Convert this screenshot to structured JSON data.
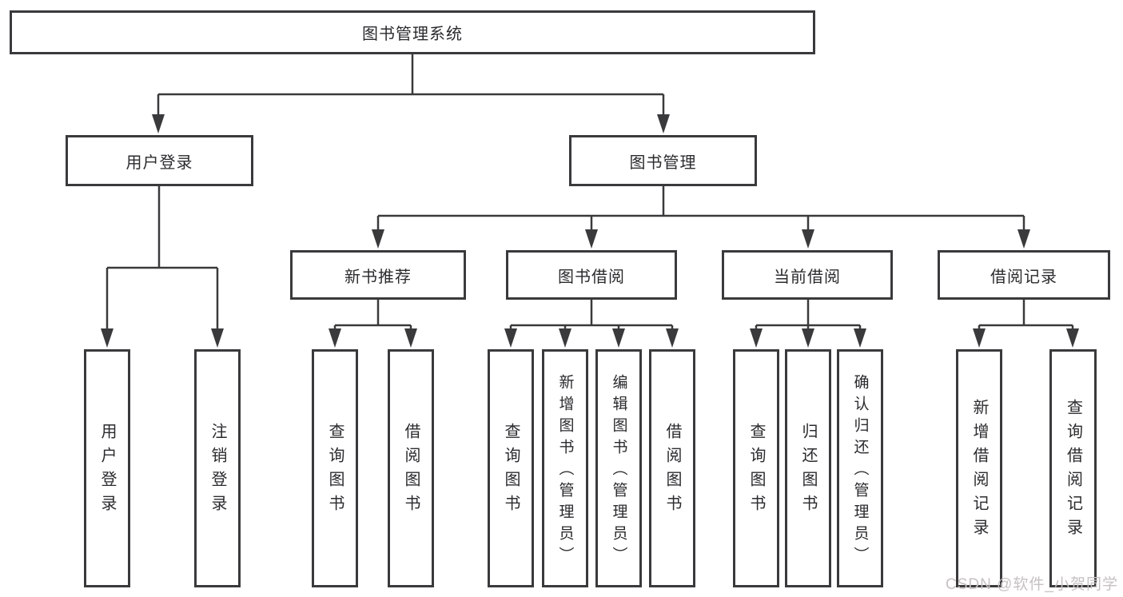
{
  "tree": {
    "root": {
      "label": "图书管理系统"
    },
    "branches": [
      {
        "label": "用户登录",
        "children": [
          {
            "label": "用户登录"
          },
          {
            "label": "注销登录"
          }
        ]
      },
      {
        "label": "图书管理",
        "children": [
          {
            "label": "新书推荐",
            "children": [
              {
                "label": "查询图书"
              },
              {
                "label": "借阅图书"
              }
            ]
          },
          {
            "label": "图书借阅",
            "children": [
              {
                "label": "查询图书"
              },
              {
                "label": "新增图书（管理员）"
              },
              {
                "label": "编辑图书（管理员）"
              },
              {
                "label": "借阅图书"
              }
            ]
          },
          {
            "label": "当前借阅",
            "children": [
              {
                "label": "查询图书"
              },
              {
                "label": "归还图书"
              },
              {
                "label": "确认归还（管理员）"
              }
            ]
          },
          {
            "label": "借阅记录",
            "children": [
              {
                "label": "新增借阅记录"
              },
              {
                "label": "查询借阅记录"
              }
            ]
          }
        ]
      }
    ]
  },
  "watermark": "CSDN @软件_小贺同学",
  "colors": {
    "line": "#3a3a3c",
    "text": "#2b2b2e",
    "watermark": "#c7c1c1",
    "background": "#ffffff"
  }
}
